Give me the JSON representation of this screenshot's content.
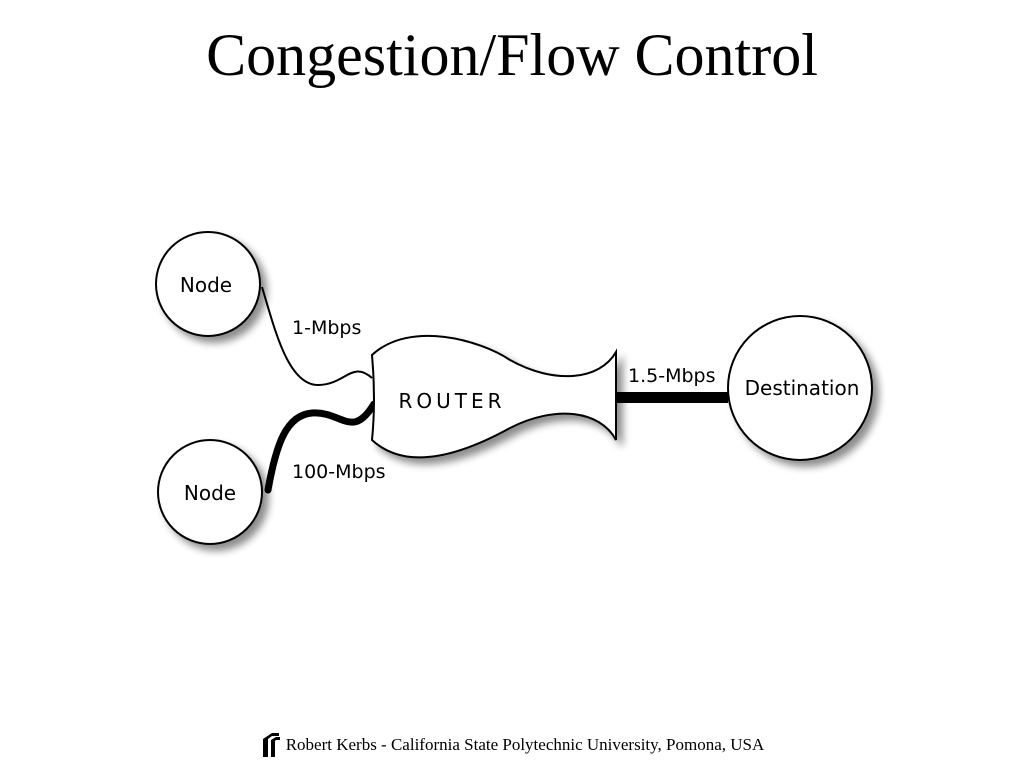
{
  "slide": {
    "title": "Congestion/Flow Control"
  },
  "diagram": {
    "nodes": [
      {
        "id": "node-top",
        "label": "Node"
      },
      {
        "id": "node-bottom",
        "label": "Node"
      },
      {
        "id": "router",
        "label": "ROUTER"
      },
      {
        "id": "destination",
        "label": "Destination"
      }
    ],
    "links": [
      {
        "from": "node-top",
        "to": "router",
        "label": "1-Mbps",
        "weight": "thin"
      },
      {
        "from": "node-bottom",
        "to": "router",
        "label": "100-Mbps",
        "weight": "thick"
      },
      {
        "from": "router",
        "to": "destination",
        "label": "1.5-Mbps",
        "weight": "thick"
      }
    ],
    "colors": {
      "stroke": "#000000",
      "fill": "#ffffff",
      "shadow": "#9a9a9a"
    }
  },
  "footer": {
    "text": "Robert Kerbs - California State Polytechnic University, Pomona, USA"
  }
}
